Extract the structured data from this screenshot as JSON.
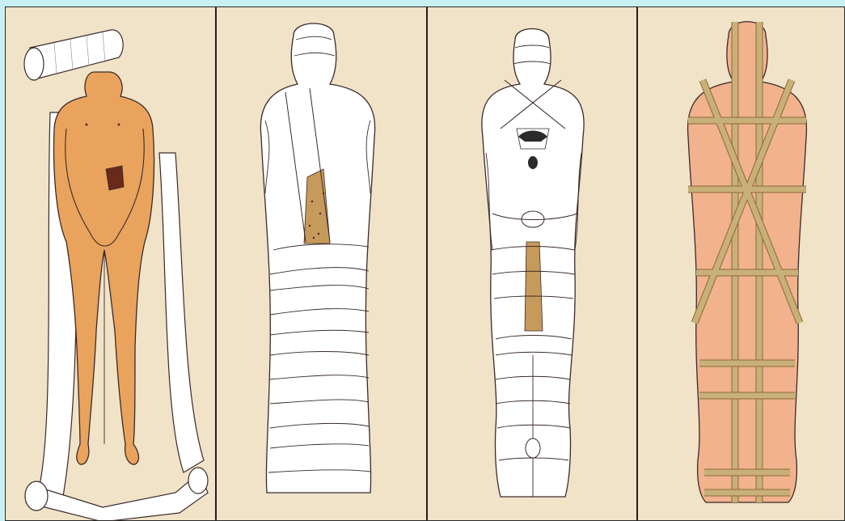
{
  "illustration": {
    "description_visible_text": "",
    "panels": [
      {
        "id": "panel-1",
        "subject": "unwrapped-body-with-bandage-roll"
      },
      {
        "id": "panel-2",
        "subject": "first-wrapping-layers"
      },
      {
        "id": "panel-3",
        "subject": "crossed-bandages-with-amulet"
      },
      {
        "id": "panel-4",
        "subject": "shrouded-mummy-with-straps"
      }
    ],
    "colors": {
      "outer_background": "#c9f1f4",
      "panel_background": "#f0e3c8",
      "skin": "#e9a35c",
      "bandage": "#ffffff",
      "outline": "#3a2a2a",
      "shroud": "#f2b28e",
      "strap": "#c8b078",
      "filler": "#c69a5a"
    }
  }
}
